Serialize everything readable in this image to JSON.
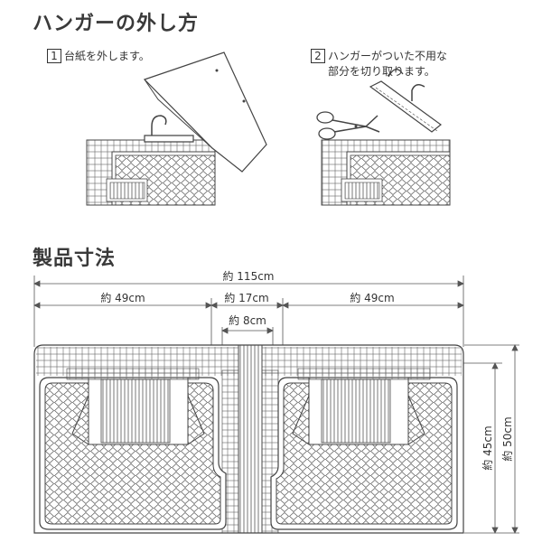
{
  "section1": {
    "title": "ハンガーの外し方",
    "step1": {
      "num": "1",
      "text": "台紙を外します。"
    },
    "step2": {
      "num": "2",
      "line1": "ハンガーがついた不用な",
      "line2": "部分を切り取ります。"
    }
  },
  "section2": {
    "title": "製品寸法",
    "dims": {
      "total": "約 115cm",
      "left": "約 49cm",
      "center": "約 17cm",
      "right": "約 49cm",
      "joint": "約 8cm",
      "inner_height": "約 45cm",
      "outer_height": "約 50cm"
    }
  },
  "colors": {
    "line": "#444444",
    "dim_line": "#555555",
    "mat_fill": "#ffffff",
    "title": "#3a3a3a"
  }
}
